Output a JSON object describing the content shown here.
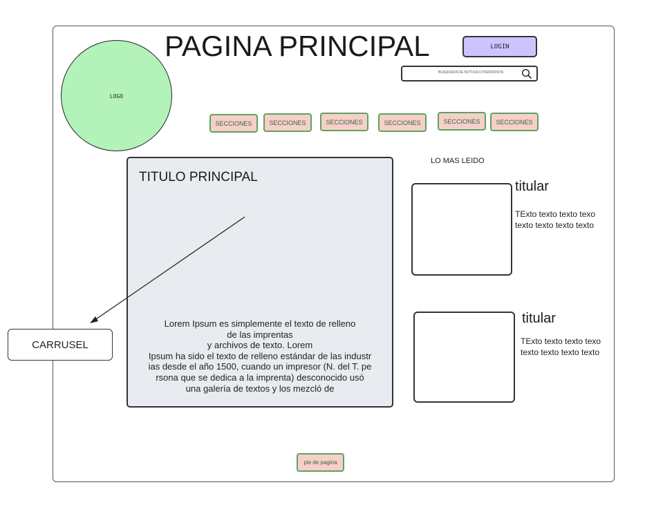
{
  "header": {
    "title": "PAGINA PRINCIPAL",
    "login_label": "LOGIN",
    "search_placeholder": "BUSQUEDA DE NOTICIA O PERIODISTA",
    "search_icon": "search-icon"
  },
  "logo": {
    "label": "LOGO",
    "color": "#b3f2b9"
  },
  "nav": {
    "sections": [
      "SECCIONES",
      "SECCIONES",
      "SECCIONES",
      "SECCIONES",
      "SECCIONES",
      "SECCIONES"
    ]
  },
  "main": {
    "title": "TITULO PRINCIPAL",
    "body_lines": [
      "Lorem Ipsum es simplemente el texto de relleno",
      "de las imprentas",
      "y archivos de texto. Lorem",
      "Ipsum ha sido el texto de relleno estándar de las industr",
      "ias desde el año 1500, cuando un impresor (N. del T. pe",
      "rsona que se dedica a la imprenta) desconocido usó",
      "una galería de textos y los mezcló de"
    ]
  },
  "sidebar": {
    "heading": "LO MAS LEIDO",
    "cards": [
      {
        "title": "titular",
        "text_lines": [
          "TExto texto texto texo",
          "texto texto texto texto"
        ]
      },
      {
        "title": "titular",
        "text_lines": [
          "TExto texto texto texo",
          "texto texto texto texto"
        ]
      }
    ]
  },
  "annotation": {
    "label": "CARRUSEL"
  },
  "footer": {
    "label": "pie de pagina"
  },
  "colors": {
    "section_fill": "#f8cecc",
    "section_border": "#5aa55a",
    "login_fill": "#ccc4ff",
    "main_fill": "#e8ebef"
  }
}
